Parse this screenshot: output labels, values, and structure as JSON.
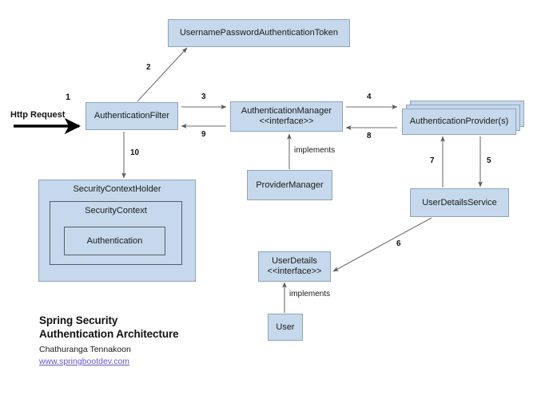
{
  "diagram": {
    "title_lines": "Spring Security\nAuthentication Architecture",
    "author": "Chathuranga Tennakoon",
    "link": "www.springbootdev.com",
    "colors": {
      "node_fill": "#c6d9ec",
      "node_border": "#8fa3b8",
      "inner_border": "#555e66",
      "arrow": "#5a5a5a",
      "request_arrow": "#000000",
      "link": "#6a53c4"
    },
    "nodes": [
      {
        "id": "token",
        "label": "UsernamePasswordAuthenticationToken"
      },
      {
        "id": "auth-filter",
        "label": "AuthenticationFilter"
      },
      {
        "id": "auth-manager",
        "label": "AuthenticationManager\n<<interface>>"
      },
      {
        "id": "auth-provider",
        "label": "AuthenticationProvider(s)"
      },
      {
        "id": "provider-manager",
        "label": "ProviderManager"
      },
      {
        "id": "user-details-service",
        "label": "UserDetailsService"
      },
      {
        "id": "user-details",
        "label": "UserDetails\n<<interface>>"
      },
      {
        "id": "user",
        "label": "User"
      },
      {
        "id": "security-context-holder",
        "label": "SecurityContextHolder"
      },
      {
        "id": "security-context",
        "label": "SecurityContext"
      },
      {
        "id": "authentication",
        "label": "Authentication"
      }
    ],
    "edges": [
      {
        "id": "1",
        "label": "1",
        "from": "http-request",
        "to": "auth-filter"
      },
      {
        "id": "2",
        "label": "2",
        "from": "auth-filter",
        "to": "token"
      },
      {
        "id": "3",
        "label": "3",
        "from": "auth-filter",
        "to": "auth-manager"
      },
      {
        "id": "4",
        "label": "4",
        "from": "auth-manager",
        "to": "auth-provider"
      },
      {
        "id": "5",
        "label": "5",
        "from": "auth-provider",
        "to": "user-details-service"
      },
      {
        "id": "6",
        "label": "6",
        "from": "user-details-service",
        "to": "user-details"
      },
      {
        "id": "7",
        "label": "7",
        "from": "user-details-service",
        "to": "auth-provider"
      },
      {
        "id": "8",
        "label": "8",
        "from": "auth-provider",
        "to": "auth-manager"
      },
      {
        "id": "9",
        "label": "9",
        "from": "auth-manager",
        "to": "auth-filter"
      },
      {
        "id": "10",
        "label": "10",
        "from": "auth-filter",
        "to": "security-context-holder"
      }
    ],
    "annotations": {
      "http_request": "Http Request",
      "implements_manager": "implements",
      "implements_user": "implements"
    }
  }
}
